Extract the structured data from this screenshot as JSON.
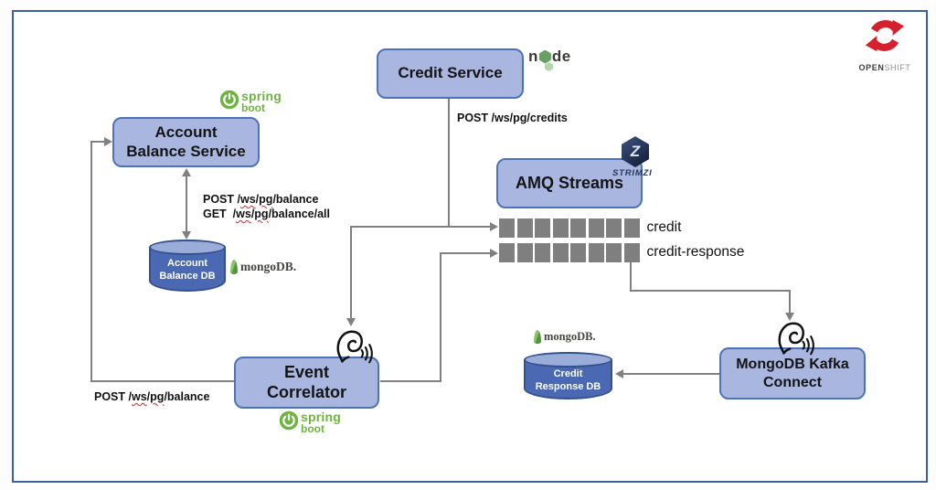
{
  "services": {
    "credit_service": {
      "label": "Credit Service"
    },
    "account_balance_service": {
      "line1": "Account",
      "line2": "Balance Service"
    },
    "amq_streams": {
      "label": "AMQ Streams"
    },
    "event_correlator": {
      "line1": "Event",
      "line2": "Correlator"
    },
    "mongodb_kafka_connect": {
      "line1": "MongoDB Kafka",
      "line2": "Connect"
    }
  },
  "databases": {
    "account_balance_db": {
      "line1": "Account",
      "line2": "Balance DB"
    },
    "credit_response_db": {
      "line1": "Credit",
      "line2": "Response DB"
    }
  },
  "topics": {
    "partition_count": 8,
    "credit": {
      "label": "credit"
    },
    "credit_response": {
      "label": "credit-response"
    }
  },
  "api_labels": {
    "post_credits": {
      "text": "POST /ws/pg/credits"
    },
    "post_balance_db": {
      "segments": [
        {
          "t": "POST /"
        },
        {
          "t": "ws",
          "w": true
        },
        {
          "t": "/"
        },
        {
          "t": "pg",
          "w": true
        },
        {
          "t": "/balance"
        }
      ]
    },
    "get_balance_all": {
      "segments": [
        {
          "t": "GET  /"
        },
        {
          "t": "ws",
          "w": true
        },
        {
          "t": "/"
        },
        {
          "t": "pg",
          "w": true
        },
        {
          "t": "/balance/all"
        }
      ]
    },
    "post_balance_left": {
      "segments": [
        {
          "t": "POST /"
        },
        {
          "t": "ws",
          "w": true
        },
        {
          "t": "/"
        },
        {
          "t": "pg",
          "w": true
        },
        {
          "t": "/balance"
        }
      ]
    }
  },
  "logos": {
    "openshift": {
      "word_bold": "OPEN",
      "word_light": "SHIFT",
      "red": "#d5212e"
    },
    "node": {
      "left": "n",
      "right": "de",
      "green": "#689f63"
    },
    "strimzi": {
      "word": "STRIMZI",
      "hex_letter": "Z",
      "navy": "#24365f"
    },
    "spring_boot": {
      "line1": "spring",
      "line2": "boot",
      "green": "#6db33f"
    },
    "mongodb": {
      "word": "mongoDB.",
      "leaf_green": "#67a84c"
    }
  },
  "colors": {
    "frame_border": "#3c5f9e",
    "box_fill": "#a8b6e0",
    "box_border": "#4d72b8",
    "cylinder_fill": "#4a69b2",
    "cylinder_top": "#9aacd8",
    "cylinder_border": "#33508f",
    "connector_gray": "#808080",
    "partition_gray": "#7f7f7f",
    "spellcheck_red": "#e0231f"
  }
}
